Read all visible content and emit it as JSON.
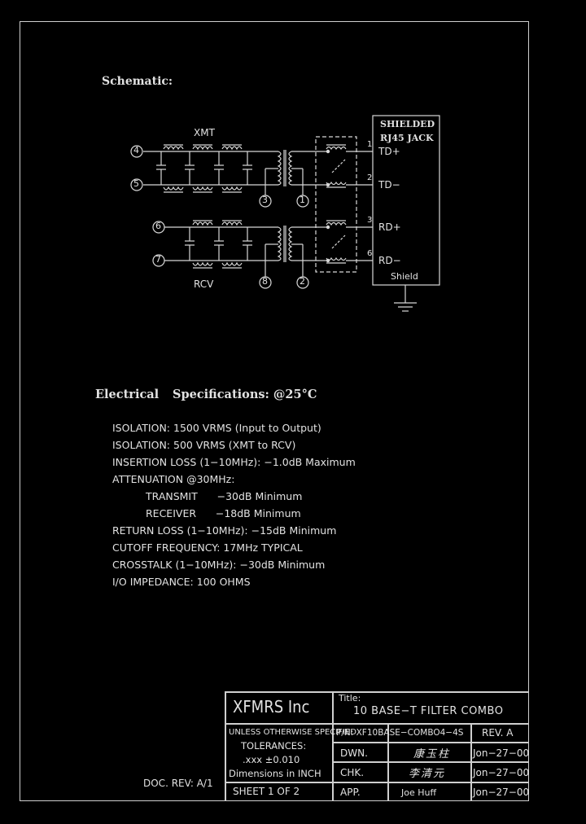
{
  "schematic": {
    "heading": "Schematic:",
    "jack_title_1": "SHIELDED",
    "jack_title_2": "RJ45  JACK",
    "xmt_label": "XMT",
    "rcv_label": "RCV",
    "shield_label": "Shield",
    "pins_left": [
      "4",
      "5",
      "6",
      "7"
    ],
    "pins_center": [
      "3",
      "1",
      "8",
      "2"
    ],
    "jack_pins": [
      {
        "num": "1",
        "signal": "TD+"
      },
      {
        "num": "2",
        "signal": "TD−"
      },
      {
        "num": "3",
        "signal": "RD+"
      },
      {
        "num": "6",
        "signal": "RD−"
      }
    ]
  },
  "specs": {
    "heading_a": "Electrical",
    "heading_b": "Specifications:  @25°C",
    "lines": [
      "ISOLATION:  1500 VRMS (Input to Output)",
      "ISOLATION: 500 VRMS (XMT to RCV)",
      "INSERTION LOSS (1−10MHz): −1.0dB Maximum",
      "ATTENUATION @30MHz:",
      "TRANSMIT      −30dB Minimum",
      "RECEIVER      −18dB Minimum",
      "RETURN LOSS (1−10MHz): −15dB Minimum",
      "CUTOFF FREQUENCY: 17MHz TYPICAL",
      "CROSSTALK (1−10MHz): −30dB Minimum",
      "I/O IMPEDANCE:  100 OHMS"
    ]
  },
  "doc_rev": "DOC. REV: A/1",
  "title_block": {
    "company": "XFMRS Inc",
    "title_label": "Title:",
    "title": "10 BASE−T FILTER COMBO",
    "unless": "UNLESS OTHERWISE SPECIFIED",
    "tolerances": "TOLERANCES:",
    "tolerance_value": ".xxx ±0.010",
    "dimensions": "Dimensions in INCH",
    "sheet": "SHEET  1  OF  2",
    "pn": "P/N: XF10BASE−COMBO4−4S",
    "rev": "REV. A",
    "dwn_label": "DWN.",
    "dwn_sig": "康玉柱",
    "dwn_date": "Jon−27−00",
    "chk_label": "CHK.",
    "chk_sig": "李清元",
    "chk_date": "Jon−27−00",
    "app_label": "APP.",
    "app_name": "Joe Huff",
    "app_date": "Jon−27−00"
  },
  "colors": {
    "background": "#000000",
    "ink": "#e0e0e0",
    "border": "#cfcfcf"
  }
}
